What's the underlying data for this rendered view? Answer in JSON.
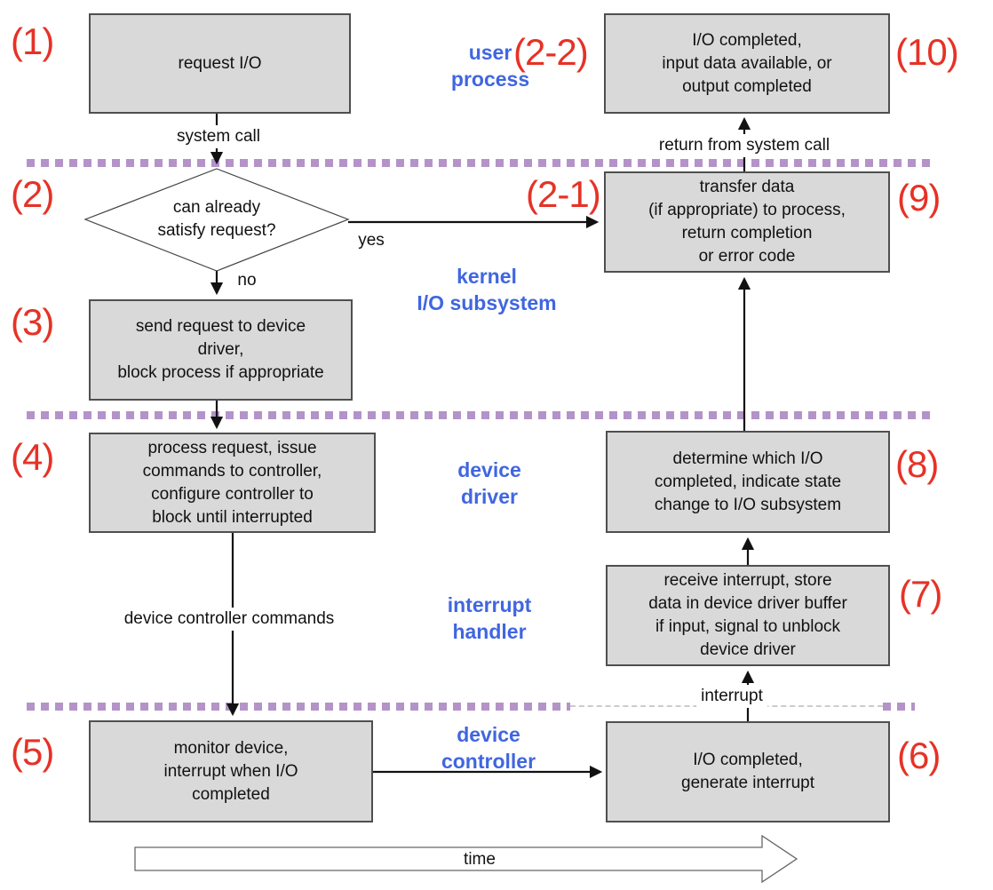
{
  "colors": {
    "separator_purple": "#b493c8",
    "step_red": "#e63226",
    "zone_blue": "#4066e0",
    "box_fill": "#d9d9d9",
    "box_border": "#4f4f4f",
    "arrow_black": "#111111"
  },
  "zones": {
    "user_process": "user\nprocess",
    "kernel_io": "kernel\nI/O subsystem",
    "device_driver": "device\ndriver",
    "interrupt_handler": "interrupt\nhandler",
    "device_controller": "device\ncontroller"
  },
  "steps": {
    "s1": "(1)",
    "s2": "(2)",
    "s2_1": "(2-1)",
    "s2_2": "(2-2)",
    "s3": "(3)",
    "s4": "(4)",
    "s5": "(5)",
    "s6": "(6)",
    "s7": "(7)",
    "s8": "(8)",
    "s9": "(9)",
    "s10": "(10)"
  },
  "nodes": {
    "request_io": "request I/O",
    "decision": "can already\nsatisfy request?",
    "send_request": "send request to device\ndriver,\nblock process if appropriate",
    "process_request": "process request, issue\ncommands to controller,\nconfigure controller to\nblock until interrupted",
    "monitor_device": "monitor device,\ninterrupt when I/O\ncompleted",
    "io_generate_interrupt": "I/O completed,\ngenerate interrupt",
    "receive_interrupt": "receive interrupt, store\ndata in device driver buffer\nif input, signal to unblock\ndevice driver",
    "determine_io": "determine which I/O\ncompleted, indicate state\nchange to I/O subsystem",
    "transfer_data": "transfer data\n(if appropriate) to process,\nreturn completion\nor error code",
    "io_completed": "I/O completed,\ninput data available, or\noutput completed"
  },
  "edges": {
    "system_call": "system call",
    "yes": "yes",
    "no": "no",
    "device_controller_commands": "device controller commands",
    "interrupt": "interrupt",
    "return_from_system_call": "return from system call",
    "time": "time"
  }
}
